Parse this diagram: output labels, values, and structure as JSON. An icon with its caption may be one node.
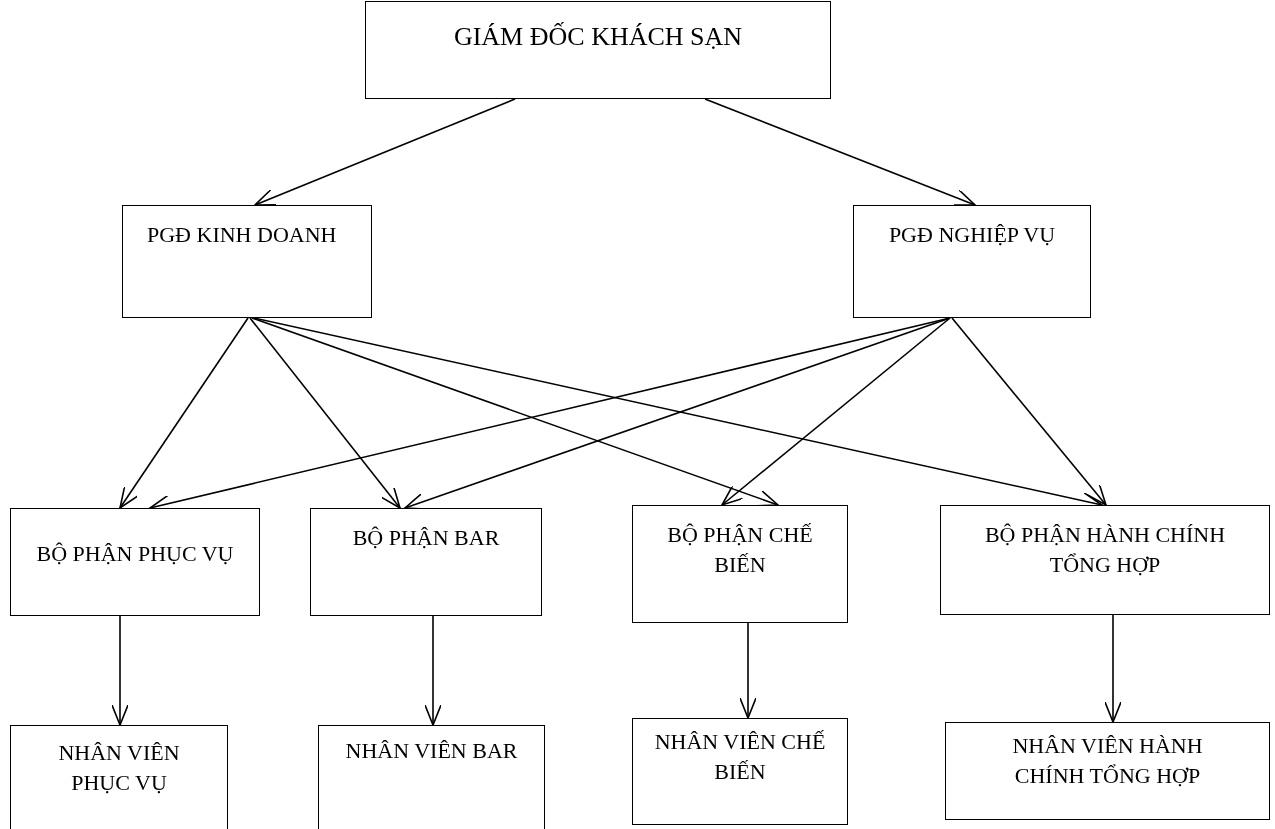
{
  "diagram": {
    "nodes": [
      {
        "text": [
          "GIÁM ĐỐC KHÁCH SẠN"
        ]
      },
      {
        "text": [
          "PGĐ KINH DOANH"
        ]
      },
      {
        "text": [
          "PGĐ NGHIỆP VỤ"
        ]
      },
      {
        "text": [
          "BỘ PHẬN PHỤC VỤ"
        ]
      },
      {
        "text": [
          "BỘ PHẬN BAR"
        ]
      },
      {
        "text": [
          "BỘ PHẬN CHẾ BIẾN"
        ]
      },
      {
        "text": [
          "BỘ PHẬN HÀNH CHÍNH TỔNG HỢP"
        ]
      },
      {
        "text": [
          "NHÂN VIÊN PHỤC VỤ"
        ]
      },
      {
        "text": [
          "NHÂN VIÊN BAR"
        ]
      },
      {
        "text": [
          "NHÂN VIÊN CHẾ BIẾN"
        ]
      },
      {
        "text": [
          "NHÂN VIÊN HÀNH CHÍNH TỔNG HỢP"
        ]
      }
    ],
    "edges": [
      {
        "from": 0,
        "to": 1,
        "arrow": "to"
      },
      {
        "from": 0,
        "to": 2,
        "arrow": "to"
      },
      {
        "from": 1,
        "to": 3,
        "arrow": "to"
      },
      {
        "from": 1,
        "to": 4,
        "arrow": "to"
      },
      {
        "from": 1,
        "to": 5,
        "arrow": "to"
      },
      {
        "from": 1,
        "to": 6,
        "arrow": "to"
      },
      {
        "from": 2,
        "to": 3,
        "arrow": "to"
      },
      {
        "from": 2,
        "to": 4,
        "arrow": "to"
      },
      {
        "from": 2,
        "to": 5,
        "arrow": "to"
      },
      {
        "from": 2,
        "to": 6,
        "arrow": "to"
      },
      {
        "from": 3,
        "to": 7,
        "arrow": "to"
      },
      {
        "from": 4,
        "to": 8,
        "arrow": "to"
      },
      {
        "from": 5,
        "to": 9,
        "arrow": "to"
      },
      {
        "from": 6,
        "to": 10,
        "arrow": "to"
      }
    ]
  }
}
